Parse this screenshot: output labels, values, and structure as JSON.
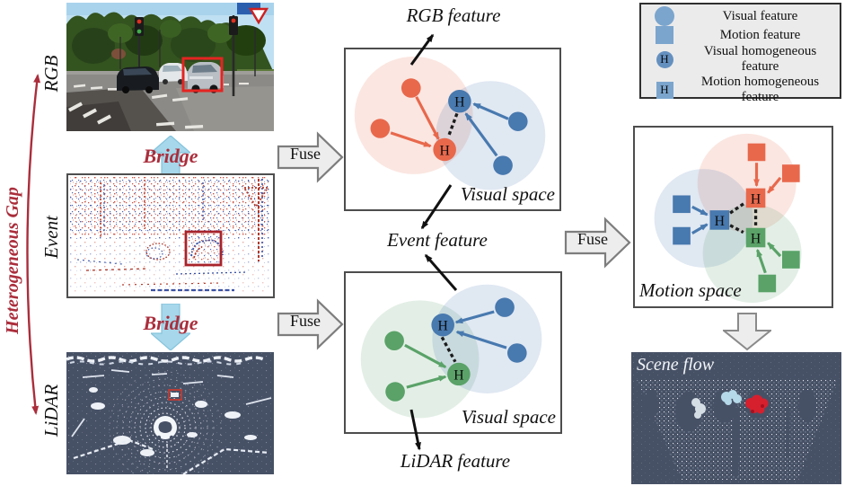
{
  "colors": {
    "red-accent": "#aa2e3c",
    "orange": "#e8684c",
    "blue": "#4879af",
    "green": "#5aa268",
    "legend-blue": "#7ba5cd",
    "legend-blue-dark": "#6490c0",
    "bridge-blue": "#a6d7ea",
    "bridge-blue-border": "#84c3dc",
    "box-border": "#4d4d4d",
    "fuse-fill": "#ededed",
    "fuse-border": "#7d7d7d",
    "dark-slate": "#475166",
    "legend-bg": "#ebebeb",
    "bbox-red": "#e52421",
    "bbox-darkred": "#a8232b"
  },
  "left_panel": {
    "gap_label": "Heterogeneous Gap",
    "modalities": [
      "RGB",
      "Event",
      "LiDAR"
    ],
    "bridge_labels": [
      "Bridge",
      "Bridge"
    ]
  },
  "fuse_labels": [
    "Fuse",
    "Fuse",
    "Fuse"
  ],
  "feature_labels": {
    "rgb": "RGB feature",
    "event": "Event feature",
    "lidar": "LiDAR feature"
  },
  "spaces": {
    "visual_top": "Visual space",
    "visual_bottom": "Visual space",
    "motion": "Motion space"
  },
  "h_symbol": "H",
  "legend": {
    "items": [
      {
        "icon": "visual-feature",
        "label": "Visual feature"
      },
      {
        "icon": "motion-feature",
        "label": "Motion feature"
      },
      {
        "icon": "visual-homogeneous-feature",
        "label": "Visual homogeneous feature"
      },
      {
        "icon": "motion-homogeneous-feature",
        "label": "Motion homogeneous feature"
      }
    ]
  },
  "scene_flow_label": "Scene flow"
}
